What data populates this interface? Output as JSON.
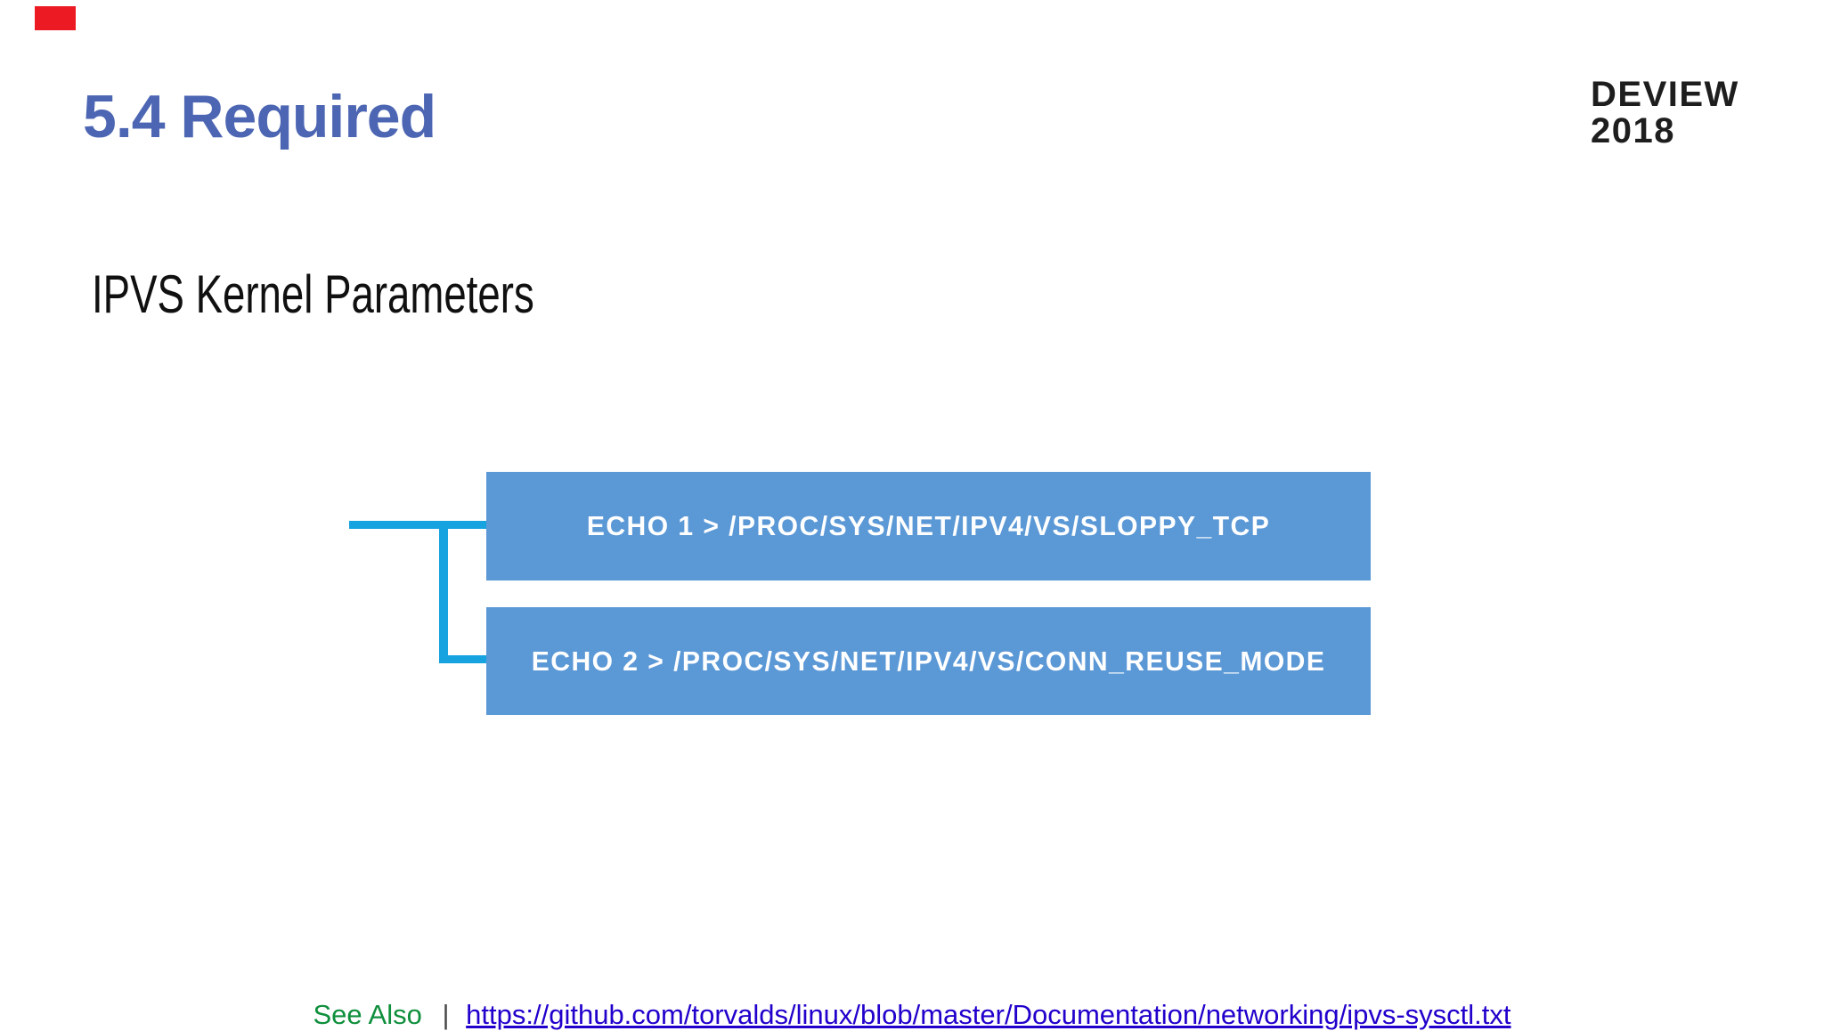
{
  "slide": {
    "title": "5.4 Required",
    "logo": {
      "line1": "DEVIEW",
      "line2": "2018"
    },
    "subtitle": "IPVS Kernel Parameters",
    "diagram": {
      "boxes": [
        {
          "label": "ECHO 1 > /PROC/SYS/NET/IPV4/VS/SLOPPY_TCP"
        },
        {
          "label": "ECHO 2 > /PROC/SYS/NET/IPV4/VS/CONN_REUSE_MODE"
        }
      ],
      "box_color": "#5b98d6",
      "connector_color": "#17a3e0",
      "box_text_color": "#ffffff"
    },
    "footer": {
      "see_also_label": "See Also",
      "separator": "|",
      "link_text": "https://github.com/torvalds/linux/blob/master/Documentation/networking/ipvs-sysctl.txt",
      "see_also_color": "#0f8f3c",
      "link_color": "#2200cc"
    },
    "colors": {
      "title_blue": "#4d66b3",
      "logo_black": "#1f1e1e",
      "marker_red": "#ec1b23",
      "background": "#ffffff"
    }
  }
}
